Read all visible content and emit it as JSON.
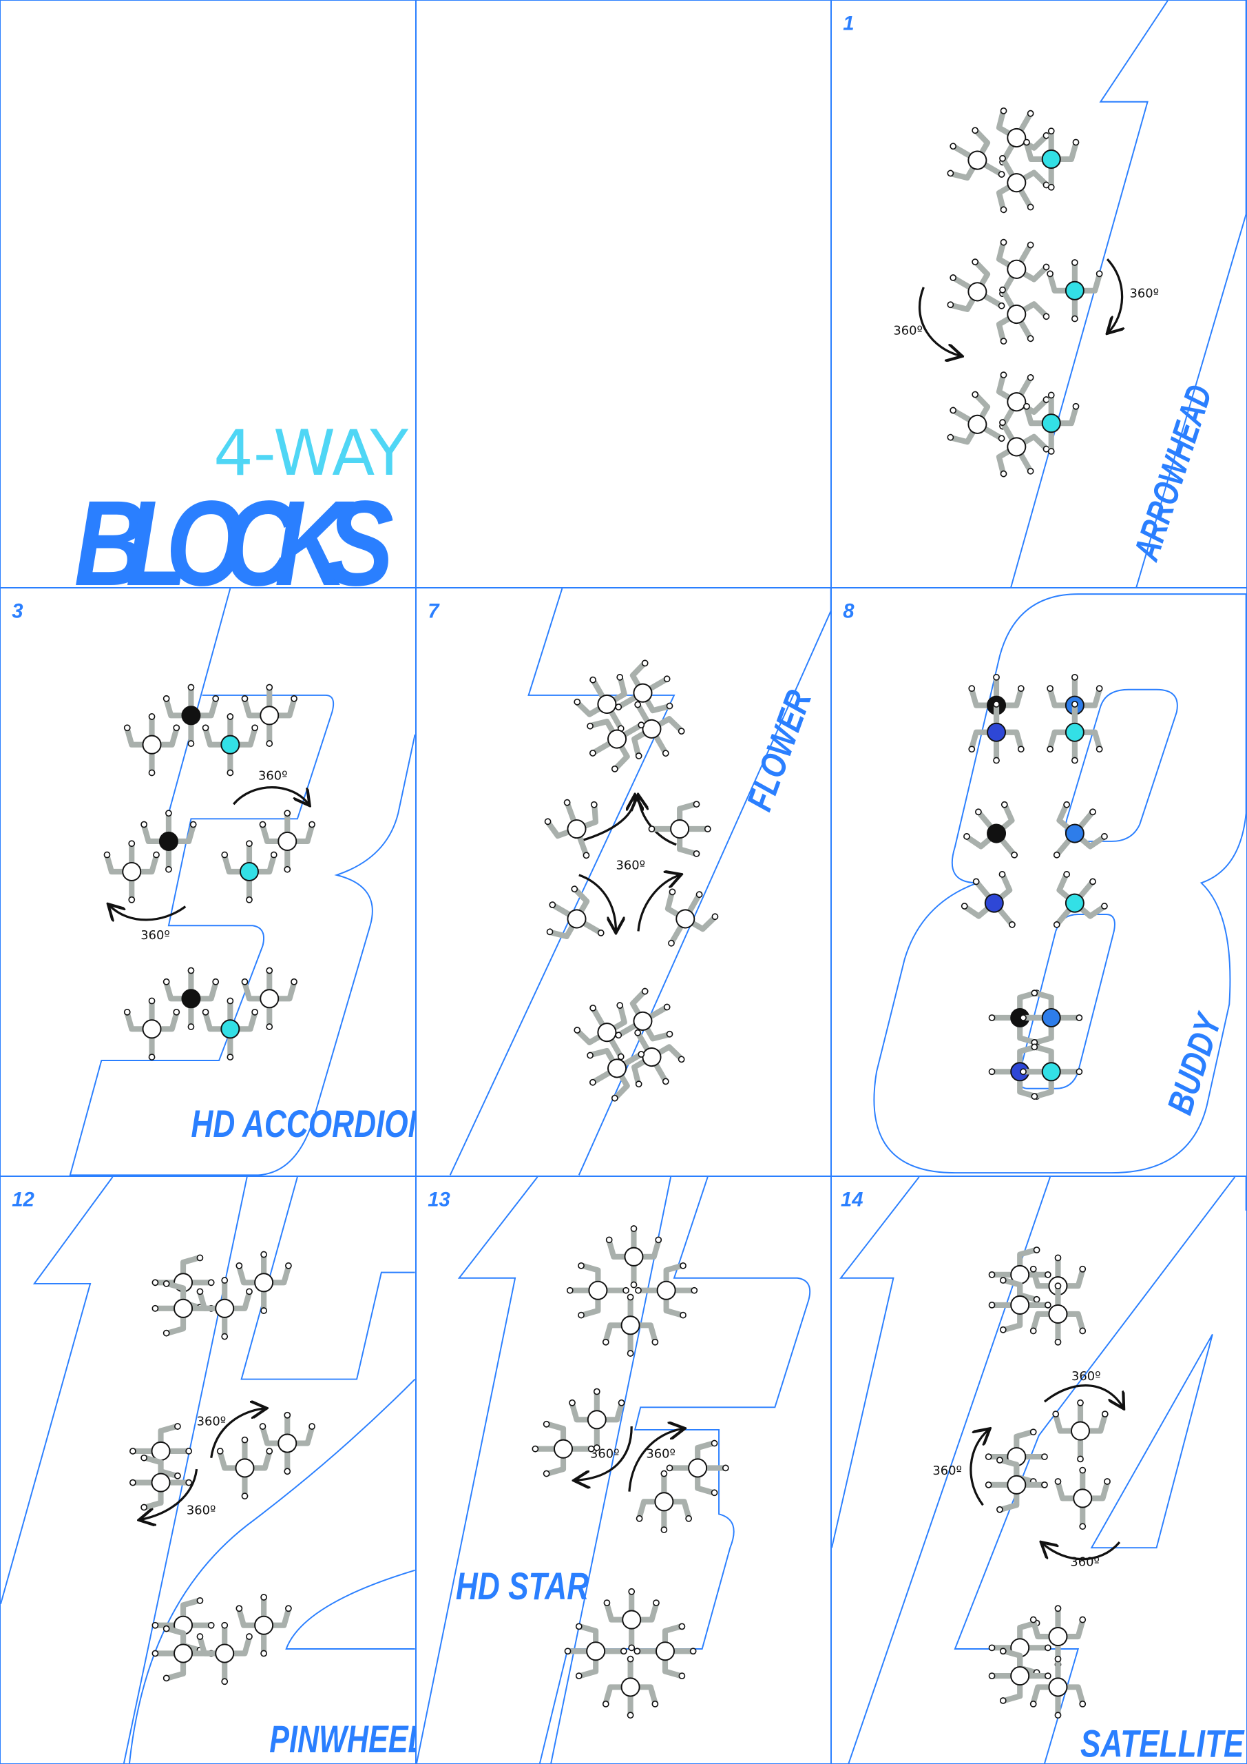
{
  "logo": {
    "top": "4-WAY",
    "main": "BLOCKS"
  },
  "colors": {
    "accent": "#2a7fff",
    "cyan": "#33e0e6",
    "blue": "#2e7dea",
    "dark_blue": "#2e47d6",
    "black": "#111111",
    "body_gray": "#a9b0ac"
  },
  "blocks": [
    {
      "number": "1",
      "name": "ARROWHEAD",
      "rotations": [
        "360º",
        "360º"
      ]
    },
    {
      "number": "3",
      "name": "HD ACCORDION",
      "rotations": [
        "360º",
        "360º"
      ]
    },
    {
      "number": "7",
      "name": "FLOWER",
      "rotations": [
        "360º"
      ]
    },
    {
      "number": "8",
      "name": "BUDDY",
      "rotations": []
    },
    {
      "number": "12",
      "name": "PINWHEEL",
      "rotations": [
        "360º",
        "360º"
      ]
    },
    {
      "number": "13",
      "name": "HD STAR",
      "rotations": [
        "360º",
        "360º"
      ]
    },
    {
      "number": "14",
      "name": "SATELLITE",
      "rotations": [
        "360º",
        "360º",
        "360º"
      ]
    }
  ]
}
